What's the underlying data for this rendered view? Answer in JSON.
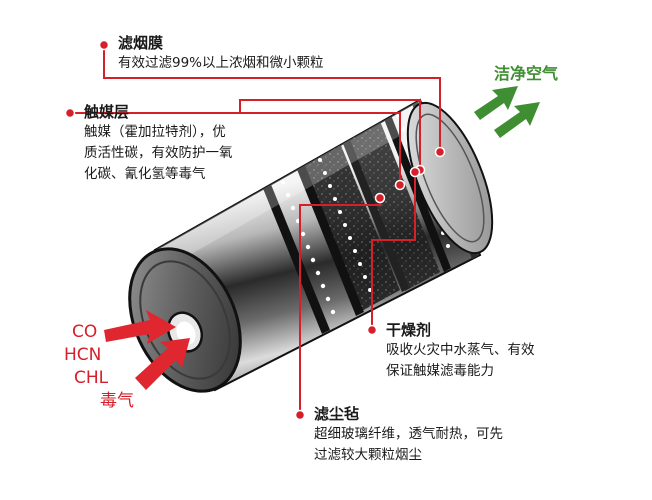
{
  "filter_layers": {
    "smoke_membrane": {
      "title": "滤烟膜",
      "desc": "有效过滤99%以上浓烟和微小颗粒"
    },
    "catalyst_layer": {
      "title": "触媒层",
      "desc_lines": [
        "触媒（霍加拉特剂），优",
        "质活性碳，有效防护一氧",
        "化碳、氰化氢等毒气"
      ]
    },
    "desiccant": {
      "title": "干燥剂",
      "desc_lines": [
        "吸收火灾中水蒸气、有效",
        "保证触媒滤毒能力"
      ]
    },
    "dust_felt": {
      "title": "滤尘毡",
      "desc_lines": [
        "超细玻璃纤维，透气耐热，可先",
        "过滤较大颗粒烟尘"
      ]
    }
  },
  "inputs": {
    "gases": [
      "CO",
      "HCN",
      "CHL"
    ],
    "toxic_label": "毒气"
  },
  "output": {
    "clean_air_label": "洁净空气"
  },
  "colors": {
    "accent_red": "#d51f2a",
    "clean_green": "#3f8e32",
    "text": "#1a1a1a"
  }
}
